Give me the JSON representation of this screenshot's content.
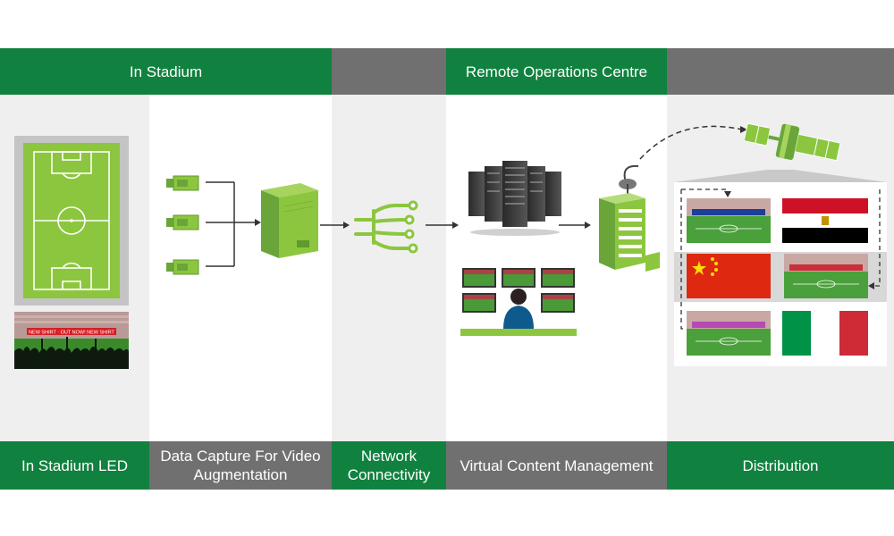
{
  "header": {
    "in_stadium": "In Stadium",
    "remote_ops": "Remote Operations Centre"
  },
  "footer": {
    "stadium_led": "In Stadium LED",
    "data_capture": "Data Capture For Video Augmentation",
    "network": "Network Connectivity",
    "virtual_content": "Virtual Content Management",
    "distribution": "Distribution"
  },
  "banner_text": "NEW SHIRT · OUT NOW! NEW SHIRT",
  "colors": {
    "brand_green": "#11813f",
    "band_grey": "#707070",
    "light_green": "#8cc63f",
    "column_bg": "#efefef"
  },
  "icons": [
    "football-pitch-icon",
    "stadium-crowd-icon",
    "camera-icon",
    "server-icon",
    "network-hub-icon",
    "server-rack-icon",
    "operator-monitors-icon",
    "broadcast-building-icon",
    "satellite-icon",
    "egypt-flag-icon",
    "china-flag-icon",
    "italy-flag-icon"
  ]
}
